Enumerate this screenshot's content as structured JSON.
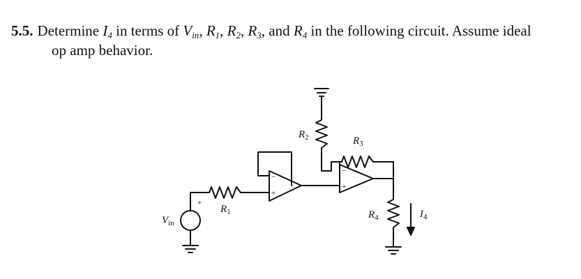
{
  "problem": {
    "number": "5.5.",
    "text_a": "Determine ",
    "var_I": "I",
    "sub_4": "4",
    "text_b": " in terms of ",
    "var_V": "V",
    "sub_in": "in",
    "var_R": "R",
    "sub_1": "1",
    "sub_2": "2",
    "sub_3": "3",
    "comma": ", ",
    "text_and": ", and ",
    "text_c": " in the following circuit. Assume ideal",
    "text_d": "op amp behavior."
  },
  "circuit": {
    "labels": {
      "r1": {
        "main": "R",
        "sub": "1"
      },
      "r2": {
        "main": "R",
        "sub": "2"
      },
      "r3": {
        "main": "R",
        "sub": "3"
      },
      "r4": {
        "main": "R",
        "sub": "4"
      },
      "vin": {
        "main": "V",
        "sub": "in"
      },
      "i4": {
        "main": "I",
        "sub": "4"
      }
    },
    "signs": {
      "plus": "+",
      "minus": "−"
    }
  }
}
